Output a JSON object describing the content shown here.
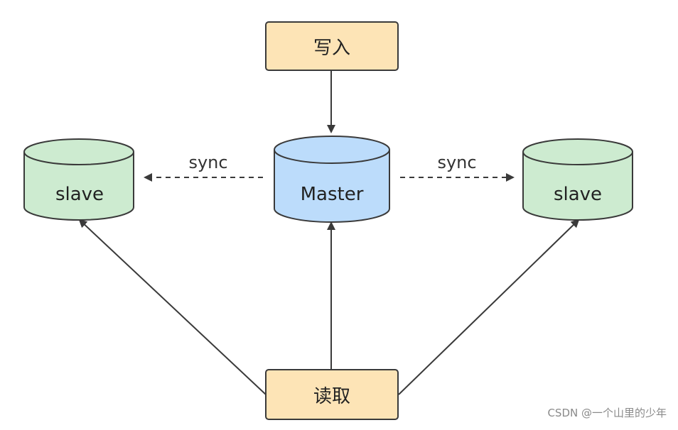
{
  "nodes": {
    "write": {
      "label": "写入",
      "fill": "#fde4b6",
      "stroke": "#3a3a3a"
    },
    "master": {
      "label": "Master",
      "fill": "#bcdcfb",
      "stroke": "#3a3a3a"
    },
    "slave_left": {
      "label": "slave",
      "fill": "#cdebd0",
      "stroke": "#3a3a3a"
    },
    "slave_right": {
      "label": "slave",
      "fill": "#cdebd0",
      "stroke": "#3a3a3a"
    },
    "read": {
      "label": "读取",
      "fill": "#fde4b6",
      "stroke": "#3a3a3a"
    }
  },
  "edges": {
    "sync_left": {
      "label": "sync",
      "style": "dashed"
    },
    "sync_right": {
      "label": "sync",
      "style": "dashed"
    }
  },
  "colors": {
    "arrow": "#3a3a3a"
  },
  "watermark": "CSDN @一个山里的少年"
}
